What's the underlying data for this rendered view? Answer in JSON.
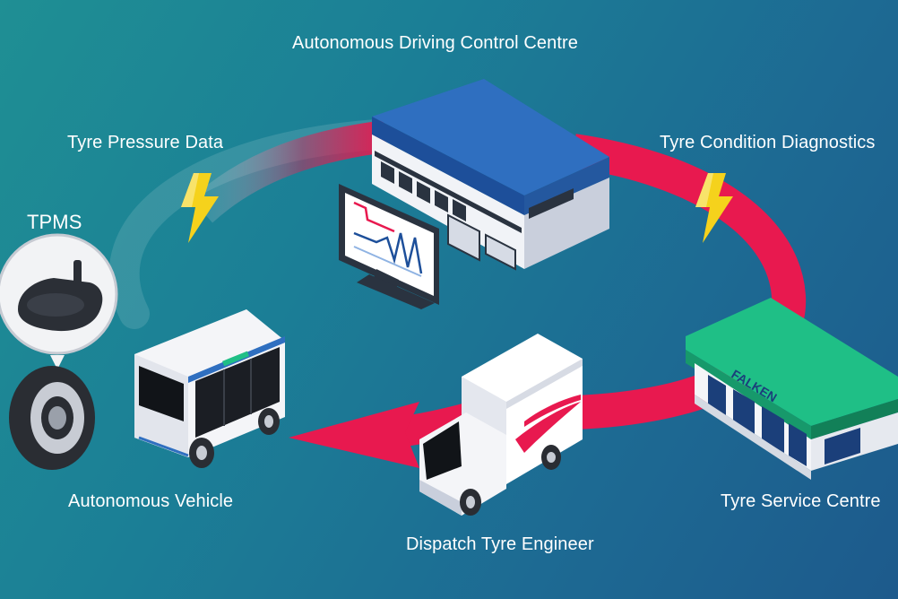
{
  "labels": {
    "control_centre": "Autonomous Driving Control Centre",
    "tyre_pressure_data": "Tyre Pressure Data",
    "tyre_condition_diagnostics": "Tyre Condition Diagnostics",
    "tpms": "TPMS",
    "autonomous_vehicle": "Autonomous Vehicle",
    "dispatch_tyre_engineer": "Dispatch Tyre Engineer",
    "tyre_service_centre": "Tyre Service Centre"
  },
  "signage": {
    "service_centre_sign": "FALKEN"
  },
  "colors": {
    "background_start": "#1f8f94",
    "background_end": "#1d5a8c",
    "cycle_arrow": "#e8194f",
    "lightning": "#f5d21c",
    "building_roof": "#2f6fc0",
    "service_roof": "#1fbf86"
  },
  "icons": [
    "control-centre-building-icon",
    "monitor-icon",
    "lightning-bolt-icon",
    "tpms-sensor-icon",
    "tyre-icon",
    "autonomous-bus-icon",
    "service-truck-icon",
    "tyre-service-centre-icon"
  ]
}
